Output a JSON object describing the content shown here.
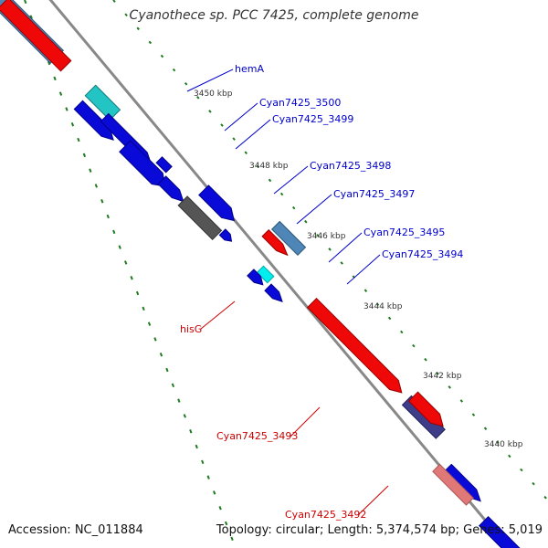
{
  "title": "Cyanothece sp. PCC 7425, complete genome",
  "accession": "Accession: NC_011884",
  "summary": "Topology: circular; Length: 5,374,574 bp; Genes: 5,019",
  "colors": {
    "backbone": "#888888",
    "tick": "#1f7a1f",
    "blue": "#0a0ad8",
    "red": "#ee0808",
    "cyan": "#22c4c4",
    "cyan_bright": "#00eeee",
    "steel": "#4f86b8",
    "dark_gray": "#555555",
    "dark_purple": "#3d3d8a",
    "pink": "#e07878",
    "label_forward": "#0000cc",
    "label_reverse": "#cc0000",
    "scale_text": "#333333"
  },
  "scale_labels": [
    "3450 kbp",
    "3448 kbp",
    "3446 kbp",
    "3444 kbp",
    "3442 kbp",
    "3440 kbp"
  ],
  "gene_labels": [
    {
      "text": "hemA",
      "strand": "forward"
    },
    {
      "text": "Cyan7425_3500",
      "strand": "forward"
    },
    {
      "text": "Cyan7425_3499",
      "strand": "forward"
    },
    {
      "text": "Cyan7425_3498",
      "strand": "forward"
    },
    {
      "text": "Cyan7425_3497",
      "strand": "forward"
    },
    {
      "text": "Cyan7425_3495",
      "strand": "forward"
    },
    {
      "text": "Cyan7425_3494",
      "strand": "forward"
    },
    {
      "text": "hisG",
      "strand": "reverse"
    },
    {
      "text": "Cyan7425_3493",
      "strand": "reverse"
    },
    {
      "text": "Cyan7425_3492",
      "strand": "reverse"
    }
  ],
  "features": [
    {
      "name": "gene-steel-topleft",
      "color": "steel",
      "arrow": false
    },
    {
      "name": "gene-red-topleft",
      "color": "red",
      "arrow": false
    },
    {
      "name": "gene-cyan-top",
      "color": "cyan",
      "arrow": false
    },
    {
      "name": "gene-hema-blue",
      "color": "blue",
      "arrow": true
    },
    {
      "name": "gene-3500-blue",
      "color": "blue",
      "arrow": true
    },
    {
      "name": "gene-3499-blue",
      "color": "blue",
      "arrow": true
    },
    {
      "name": "gene-small-blue",
      "color": "blue",
      "arrow": false
    },
    {
      "name": "gene-3498-blue",
      "color": "blue",
      "arrow": true
    },
    {
      "name": "gene-3497-gray",
      "color": "dark_gray",
      "arrow": false
    },
    {
      "name": "gene-3497-blue",
      "color": "blue",
      "arrow": true
    },
    {
      "name": "gene-3496-blue",
      "color": "blue",
      "arrow": true
    },
    {
      "name": "gene-3495-cyan",
      "color": "cyan_bright",
      "arrow": false
    },
    {
      "name": "gene-3495-blue",
      "color": "blue",
      "arrow": true
    },
    {
      "name": "gene-3494-blue",
      "color": "blue",
      "arrow": true
    },
    {
      "name": "gene-hisg-steel",
      "color": "steel",
      "arrow": false
    },
    {
      "name": "gene-hisg-red",
      "color": "red",
      "arrow": true
    },
    {
      "name": "gene-3493-red",
      "color": "red",
      "arrow": true
    },
    {
      "name": "gene-3492-purple",
      "color": "dark_purple",
      "arrow": false
    },
    {
      "name": "gene-3492-red",
      "color": "red",
      "arrow": true
    },
    {
      "name": "gene-bottom-blue",
      "color": "blue",
      "arrow": true
    },
    {
      "name": "gene-bottom-pink",
      "color": "pink",
      "arrow": false
    },
    {
      "name": "gene-bottom-edge-blue",
      "color": "blue",
      "arrow": false
    }
  ]
}
